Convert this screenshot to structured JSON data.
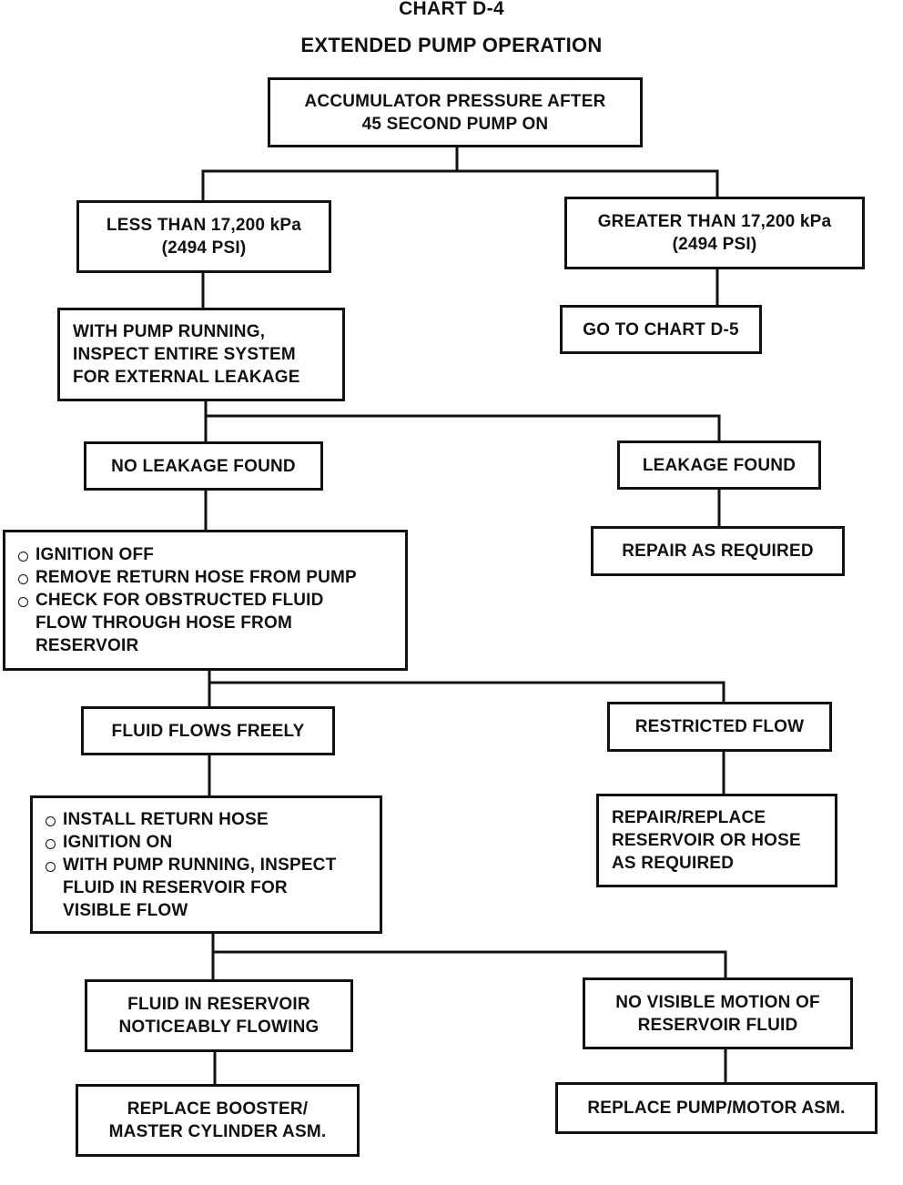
{
  "chart": {
    "title": "CHART D-4",
    "subtitle": "EXTENDED PUMP OPERATION"
  },
  "boxes": {
    "accumulator": [
      "ACCUMULATOR PRESSURE AFTER",
      "45 SECOND PUMP ON"
    ],
    "less_than": [
      "LESS THAN 17,200 kPa",
      "(2494 PSI)"
    ],
    "greater_than": [
      "GREATER THAN 17,200 kPa",
      "(2494 PSI)"
    ],
    "goto_d5": [
      "GO TO CHART D-5"
    ],
    "inspect_leakage": [
      "WITH PUMP RUNNING,",
      "INSPECT ENTIRE SYSTEM",
      "FOR EXTERNAL LEAKAGE"
    ],
    "no_leakage": [
      "NO LEAKAGE FOUND"
    ],
    "leakage_found": [
      "LEAKAGE FOUND"
    ],
    "repair_as_required": [
      "REPAIR AS REQUIRED"
    ],
    "ignition_off_steps": {
      "bullets": [
        [
          "IGNITION OFF"
        ],
        [
          "REMOVE RETURN HOSE FROM PUMP"
        ],
        [
          "CHECK FOR OBSTRUCTED FLUID",
          "FLOW THROUGH HOSE FROM",
          "RESERVOIR"
        ]
      ]
    },
    "fluid_flows_freely": [
      "FLUID FLOWS FREELY"
    ],
    "restricted_flow": [
      "RESTRICTED FLOW"
    ],
    "repair_replace": [
      "REPAIR/REPLACE",
      "RESERVOIR OR HOSE",
      "AS REQUIRED"
    ],
    "install_hose_steps": {
      "bullets": [
        [
          "INSTALL RETURN HOSE"
        ],
        [
          "IGNITION ON"
        ],
        [
          "WITH PUMP RUNNING, INSPECT",
          "FLUID IN RESERVOIR FOR",
          "VISIBLE FLOW"
        ]
      ]
    },
    "fluid_noticeably_flowing": [
      "FLUID IN RESERVOIR",
      "NOTICEABLY FLOWING"
    ],
    "no_visible_motion": [
      "NO VISIBLE MOTION OF",
      "RESERVOIR FLUID"
    ],
    "replace_booster": [
      "REPLACE BOOSTER/",
      "MASTER CYLINDER ASM."
    ],
    "replace_pump": [
      "REPLACE PUMP/MOTOR ASM."
    ]
  }
}
